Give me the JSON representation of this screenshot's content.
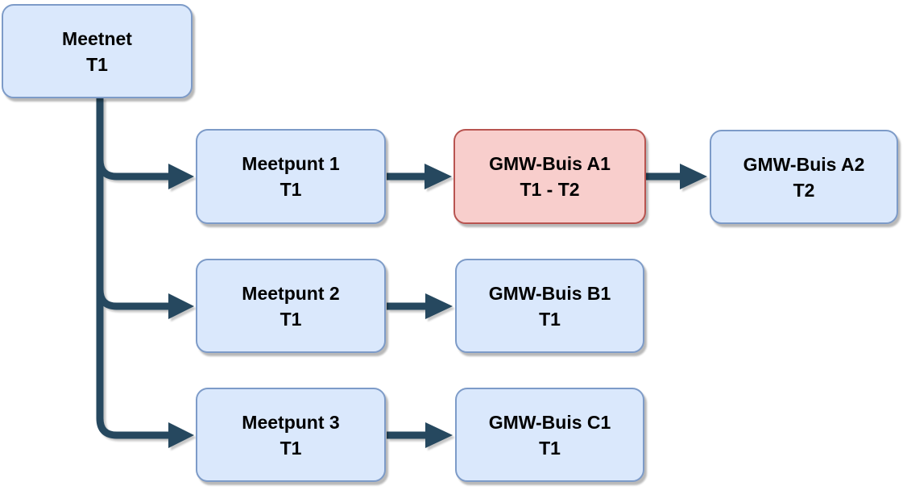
{
  "diagram": {
    "type": "flowchart",
    "nodes": [
      {
        "id": "meetnet",
        "line1": "Meetnet",
        "line2": "T1",
        "style": "blue"
      },
      {
        "id": "meetpunt-1",
        "line1": "Meetpunt 1",
        "line2": "T1",
        "style": "blue"
      },
      {
        "id": "gmw-buis-a1",
        "line1": "GMW-Buis A1",
        "line2": "T1 - T2",
        "style": "red"
      },
      {
        "id": "gmw-buis-a2",
        "line1": "GMW-Buis A2",
        "line2": "T2",
        "style": "blue"
      },
      {
        "id": "meetpunt-2",
        "line1": "Meetpunt 2",
        "line2": "T1",
        "style": "blue"
      },
      {
        "id": "gmw-buis-b1",
        "line1": "GMW-Buis B1",
        "line2": "T1",
        "style": "blue"
      },
      {
        "id": "meetpunt-3",
        "line1": "Meetpunt 3",
        "line2": "T1",
        "style": "blue"
      },
      {
        "id": "gmw-buis-c1",
        "line1": "GMW-Buis C1",
        "line2": "T1",
        "style": "blue"
      }
    ],
    "edges": [
      {
        "from": "meetnet",
        "to": "meetpunt-1"
      },
      {
        "from": "meetnet",
        "to": "meetpunt-2"
      },
      {
        "from": "meetnet",
        "to": "meetpunt-3"
      },
      {
        "from": "meetpunt-1",
        "to": "gmw-buis-a1"
      },
      {
        "from": "gmw-buis-a1",
        "to": "gmw-buis-a2"
      },
      {
        "from": "meetpunt-2",
        "to": "gmw-buis-b1"
      },
      {
        "from": "meetpunt-3",
        "to": "gmw-buis-c1"
      }
    ],
    "colors": {
      "blue_fill": "#dae8fc",
      "blue_border": "#7d9bc8",
      "red_fill": "#f8cecc",
      "red_border": "#b85450",
      "edge": "#26485f",
      "text": "#000000"
    }
  }
}
